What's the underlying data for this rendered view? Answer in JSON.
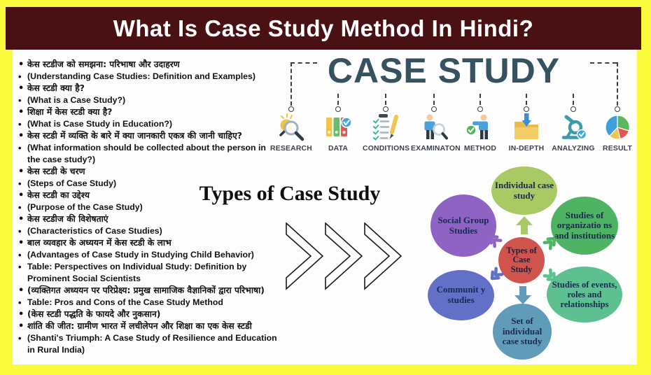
{
  "colors": {
    "frame_yellow": "#fbfb3d",
    "header_maroon": "#4a1114",
    "case_study_teal": "#35525e",
    "icon_label_gray": "#3c4249",
    "bubble_text_navy": "#1b2a50"
  },
  "header": {
    "title": "What Is Case Study Method In Hindi?"
  },
  "toc": {
    "items": [
      {
        "lang": "hi",
        "text": "केस स्टडीज को समझना: परिभाषा और उदाहरण"
      },
      {
        "lang": "en",
        "text": "(Understanding Case Studies: Definition and Examples)"
      },
      {
        "lang": "hi",
        "text": "केस स्टडी क्या है?"
      },
      {
        "lang": "en",
        "text": "(What is a Case Study?)"
      },
      {
        "lang": "hi",
        "text": "शिक्षा में केस स्टडी क्या है?"
      },
      {
        "lang": "en",
        "text": "(What is Case Study in Education?)"
      },
      {
        "lang": "hi",
        "text": "केस स्टडी में व्यक्ति के बारे में क्या जानकारी एकत्र की जानी चाहिए?"
      },
      {
        "lang": "en",
        "text": "(What information should be collected about the person in the case study?)"
      },
      {
        "lang": "hi",
        "text": "केस स्टडी के चरण"
      },
      {
        "lang": "en",
        "text": "(Steps of Case Study)"
      },
      {
        "lang": "hi",
        "text": "केस स्टडी का उद्देश्य"
      },
      {
        "lang": "en",
        "text": "(Purpose of the Case Study)"
      },
      {
        "lang": "hi",
        "text": "केस स्टडीज की विशेषताएं"
      },
      {
        "lang": "en",
        "text": "(Characteristics of Case Studies)"
      },
      {
        "lang": "hi",
        "text": "बाल व्यवहार के अध्ययन में केस स्टडी के लाभ"
      },
      {
        "lang": "en",
        "text": "(Advantages of Case Study in Studying Child Behavior)"
      },
      {
        "lang": "en",
        "text": "Table: Perspectives on Individual Study: Definition by Prominent Social Scientists"
      },
      {
        "lang": "hi",
        "text": "(व्यक्तिगत अध्ययन पर परिप्रेक्ष्य: प्रमुख सामाजिक वैज्ञानिकों द्वारा परिभाषा)"
      },
      {
        "lang": "en",
        "text": "Table: Pros and Cons of the Case Study Method"
      },
      {
        "lang": "hi",
        "text": "(केस स्टडी पद्धति के फायदे और नुकसान)"
      },
      {
        "lang": "hi",
        "text": "शांति की जीत: ग्रामीण भारत में लचीलेपन और शिक्षा का एक केस स्टडी"
      },
      {
        "lang": "en",
        "text": "(Shanti's Triumph: A Case Study of Resilience and Education in Rural India)"
      }
    ]
  },
  "banner": {
    "title": "CASE STUDY",
    "steps": [
      {
        "label": "RESEARCH",
        "icon": "research-magnifier-bulb-icon"
      },
      {
        "label": "DATA",
        "icon": "data-binders-icon"
      },
      {
        "label": "CONDITIONS",
        "icon": "conditions-checklist-pencil-icon"
      },
      {
        "label": "EXAMINATON",
        "icon": "examination-person-magnifier-icon"
      },
      {
        "label": "METHOD",
        "icon": "method-person-check-icon"
      },
      {
        "label": "IN-DEPTH",
        "icon": "in-depth-folder-arrow-icon"
      },
      {
        "label": "ANALYZING",
        "icon": "analyzing-microscope-icon"
      },
      {
        "label": "RESULT",
        "icon": "result-pie-chart-icon"
      }
    ]
  },
  "types": {
    "heading": "Types of Case Study",
    "center": {
      "label": "Types of Case Study",
      "color": "#d0544e"
    },
    "bubbles": [
      {
        "label": "Individual case study",
        "color": "#a9c964",
        "position": "top"
      },
      {
        "label": "Studies of organizatio ns and institutions",
        "color": "#4eb463",
        "position": "top-right"
      },
      {
        "label": "Studies of events, roles and relationships",
        "color": "#5cc091",
        "position": "bottom-right"
      },
      {
        "label": "Set of individual case study",
        "color": "#609cba",
        "position": "bottom"
      },
      {
        "label": "Communit y studies",
        "color": "#6270c8",
        "position": "bottom-left"
      },
      {
        "label": "Social Group Studies",
        "color": "#8e63c4",
        "position": "top-left"
      }
    ]
  }
}
